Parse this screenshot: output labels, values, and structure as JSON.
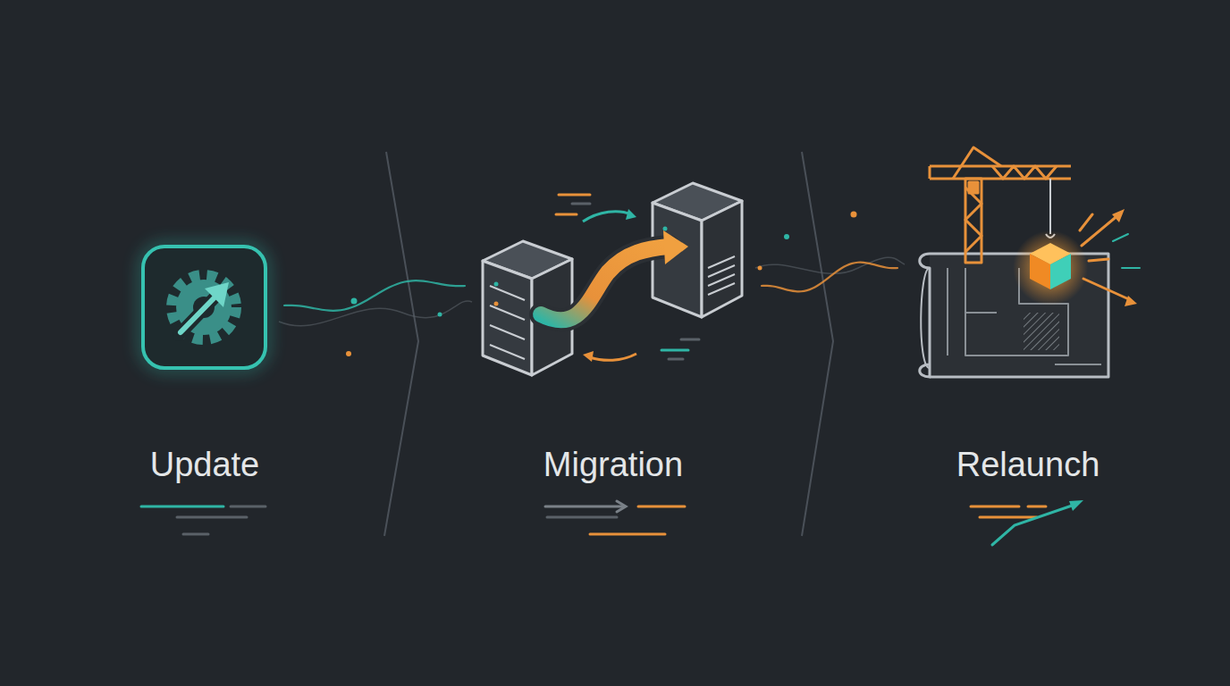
{
  "diagram": {
    "nodes": [
      {
        "text": [
          "Update"
        ]
      },
      {
        "text": [
          "Migration"
        ]
      },
      {
        "text": [
          "Relaunch"
        ]
      }
    ],
    "edges": [
      {
        "from": 0,
        "to": 1,
        "arrow": "none"
      },
      {
        "from": 1,
        "to": 2,
        "arrow": "none"
      }
    ]
  }
}
